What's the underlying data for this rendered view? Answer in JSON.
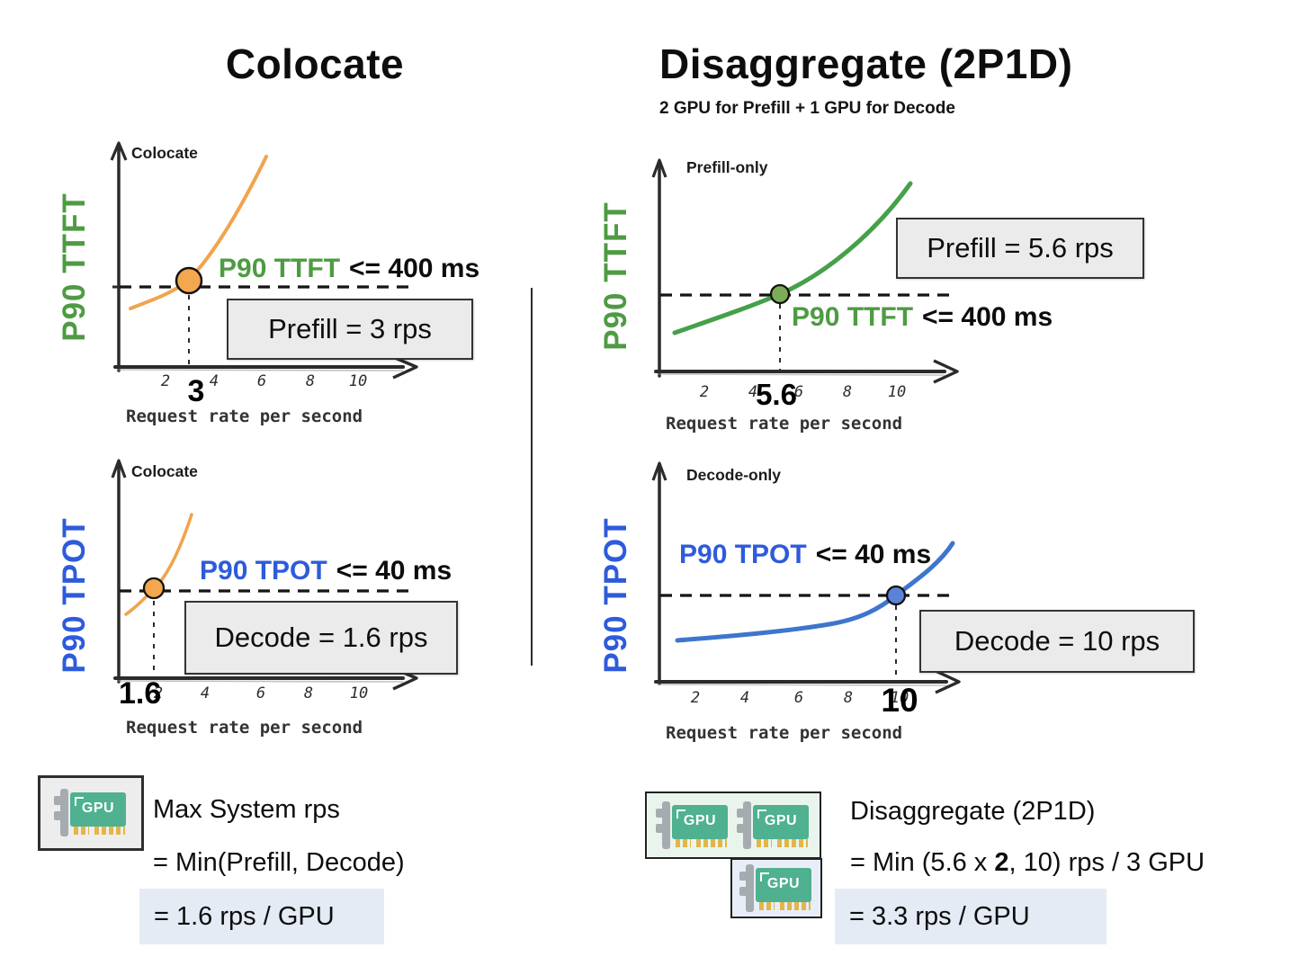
{
  "colors": {
    "green_text": "#4e9b43",
    "green_curve": "#45a04a",
    "green_dot": "#7cac55",
    "blue_text": "#2e5bdb",
    "blue_curve": "#3d76cc",
    "blue_dot": "#5b82d8",
    "orange_curve": "#f0a44d",
    "orange_dot": "#f3a74f",
    "result_box_bg": "#ebebeb",
    "highlight_bg": "#e4ebf5",
    "gpu_card_teal": "#4fb190",
    "gpu_prefill_group_bg": "#e9f5ec",
    "gpu_decode_group_bg": "#e8eef7"
  },
  "gpu_label": "GPU",
  "left": {
    "title": "Colocate",
    "ttft": {
      "curve_label": "Colocate",
      "y_label": "P90 TTFT",
      "x_label": "Request rate per second",
      "slo_metric": "P90 TTFT",
      "slo_limit": "<= 400 ms",
      "result": "Prefill = 3 rps",
      "crossing": "3",
      "ticks": [
        "2",
        "4",
        "6",
        "8",
        "10"
      ]
    },
    "tpot": {
      "curve_label": "Colocate",
      "y_label": "P90 TPOT",
      "x_label": "Request rate per second",
      "slo_metric": "P90 TPOT",
      "slo_limit": "<= 40 ms",
      "result": "Decode = 1.6 rps",
      "crossing": "1.6",
      "ticks": [
        "2",
        "4",
        "6",
        "8",
        "10"
      ]
    },
    "summary": {
      "line1": "Max System rps",
      "line2": "= Min(Prefill, Decode)",
      "line3": "= 1.6 rps / GPU"
    }
  },
  "right": {
    "title": "Disaggregate (2P1D)",
    "subtitle": "2 GPU for Prefill + 1 GPU for Decode",
    "ttft": {
      "curve_label": "Prefill-only",
      "y_label": "P90 TTFT",
      "x_label": "Request rate per second",
      "slo_metric": "P90 TTFT",
      "slo_limit": "<= 400 ms",
      "result": "Prefill = 5.6 rps",
      "crossing": "5.6",
      "ticks": [
        "2",
        "4",
        "6",
        "8",
        "10"
      ]
    },
    "tpot": {
      "curve_label": "Decode-only",
      "y_label": "P90 TPOT",
      "x_label": "Request rate per second",
      "slo_metric": "P90 TPOT",
      "slo_limit": "<= 40 ms",
      "result": "Decode = 10 rps",
      "crossing": "10",
      "ticks": [
        "2",
        "4",
        "6",
        "8",
        "10"
      ]
    },
    "summary": {
      "line1": "Disaggregate (2P1D)",
      "line2_pre": "= Min (5.6 x ",
      "line2_bold": "2",
      "line2_post": ", 10) rps / 3 GPU",
      "line3": "= 3.3 rps / GPU"
    }
  },
  "chart_data": [
    {
      "type": "line",
      "panel": "left-top",
      "title": "Colocate",
      "xlabel": "Request rate per second",
      "ylabel": "P90 TTFT",
      "x_ticks": [
        2,
        4,
        6,
        8,
        10
      ],
      "threshold": {
        "label": "P90 TTFT <= 400 ms",
        "value_ms": 400
      },
      "crossing_x": 3,
      "callout": "Prefill = 3 rps",
      "series": [
        {
          "name": "Colocate",
          "color": "#f0a44d",
          "x": [
            0.5,
            1.5,
            2.5,
            3,
            4,
            5,
            6.2
          ],
          "y_rel_to_threshold": [
            0.55,
            0.7,
            0.85,
            1.0,
            1.5,
            2.3,
            3.4
          ]
        }
      ]
    },
    {
      "type": "line",
      "panel": "left-bottom",
      "title": "Colocate",
      "xlabel": "Request rate per second",
      "ylabel": "P90 TPOT",
      "x_ticks": [
        2,
        4,
        6,
        8,
        10
      ],
      "threshold": {
        "label": "P90 TPOT <= 40 ms",
        "value_ms": 40
      },
      "crossing_x": 1.6,
      "callout": "Decode = 1.6 rps",
      "series": [
        {
          "name": "Colocate",
          "color": "#f0a44d",
          "x": [
            0.4,
            1,
            1.6,
            2.2,
            3,
            3.8
          ],
          "y_rel_to_threshold": [
            0.75,
            0.85,
            1.0,
            1.35,
            2.1,
            3.2
          ]
        }
      ]
    },
    {
      "type": "line",
      "panel": "right-top",
      "title": "Prefill-only",
      "xlabel": "Request rate per second",
      "ylabel": "P90 TTFT",
      "x_ticks": [
        2,
        4,
        6,
        8,
        10
      ],
      "threshold": {
        "label": "P90 TTFT <= 400 ms",
        "value_ms": 400
      },
      "crossing_x": 5.6,
      "callout": "Prefill = 5.6 rps",
      "series": [
        {
          "name": "Prefill-only",
          "color": "#45a04a",
          "x": [
            0.6,
            2,
            4,
            5.6,
            7,
            8.5,
            10.4
          ],
          "y_rel_to_threshold": [
            0.55,
            0.65,
            0.82,
            1.0,
            1.35,
            1.85,
            2.6
          ]
        }
      ]
    },
    {
      "type": "line",
      "panel": "right-bottom",
      "title": "Decode-only",
      "xlabel": "Request rate per second",
      "ylabel": "P90 TPOT",
      "x_ticks": [
        2,
        4,
        6,
        8,
        10
      ],
      "threshold": {
        "label": "P90 TPOT <= 40 ms",
        "value_ms": 40
      },
      "crossing_x": 10,
      "callout": "Decode = 10 rps",
      "series": [
        {
          "name": "Decode-only",
          "color": "#3d76cc",
          "x": [
            0.7,
            2,
            4,
            6,
            8,
            10,
            11.9
          ],
          "y_rel_to_threshold": [
            0.62,
            0.64,
            0.68,
            0.75,
            0.85,
            1.0,
            1.45
          ]
        }
      ]
    }
  ]
}
